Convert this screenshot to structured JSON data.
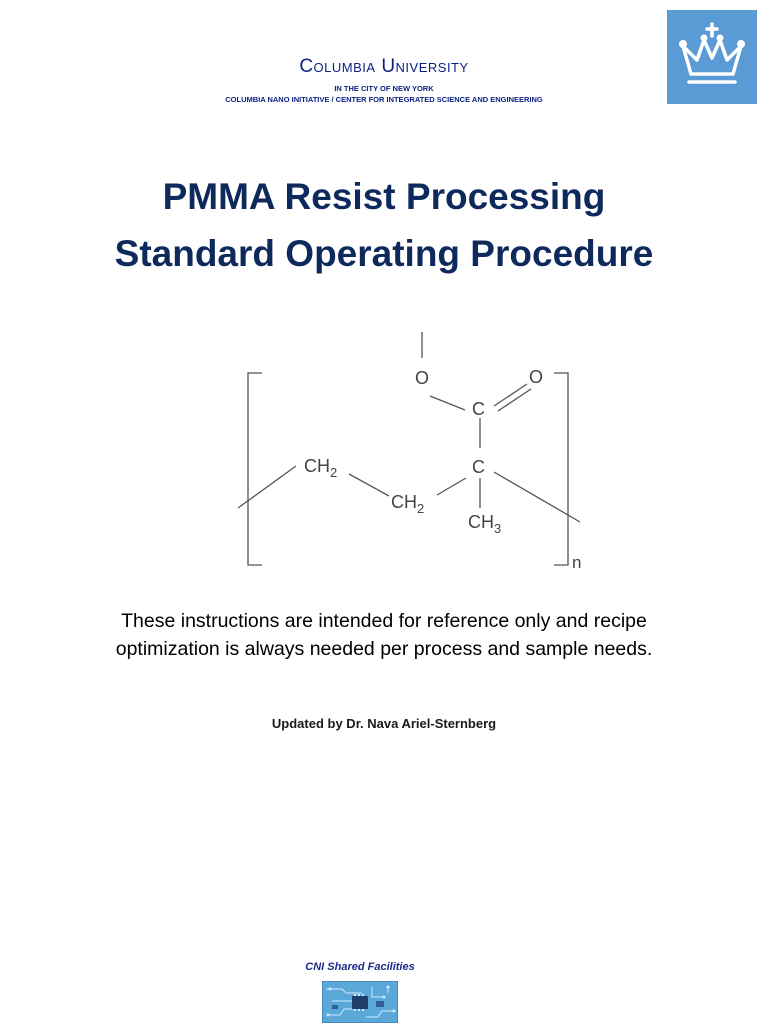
{
  "header": {
    "university": "Columbia University",
    "subtitle_line1": "In the City of New York",
    "subtitle_line2": "Columbia Nano Initiative / Center for Integrated Science and Engineering",
    "logo_icon": "crown-icon",
    "logo_bg_color": "#5b9bd5"
  },
  "title": {
    "line1": "PMMA Resist Processing",
    "line2": "Standard Operating Procedure"
  },
  "structure": {
    "atom_o_methoxy": "O",
    "atom_o_carbonyl": "O",
    "atom_c_carbonyl": "C",
    "atom_c_quaternary": "C",
    "group_ch2_left": "CH",
    "group_ch2_left_sub": "2",
    "group_ch2_mid": "CH",
    "group_ch2_mid_sub": "2",
    "group_ch3": "CH",
    "group_ch3_sub": "3",
    "repeat_n": "n"
  },
  "note": {
    "line1": "These instructions are intended for reference only and recipe",
    "line2": "optimization is always needed per process and sample needs."
  },
  "updated_by": "Updated by Dr. Nava Ariel-Sternberg",
  "footer": {
    "label": "CNI Shared Facilities",
    "image_icon": "circuit-board-icon"
  }
}
